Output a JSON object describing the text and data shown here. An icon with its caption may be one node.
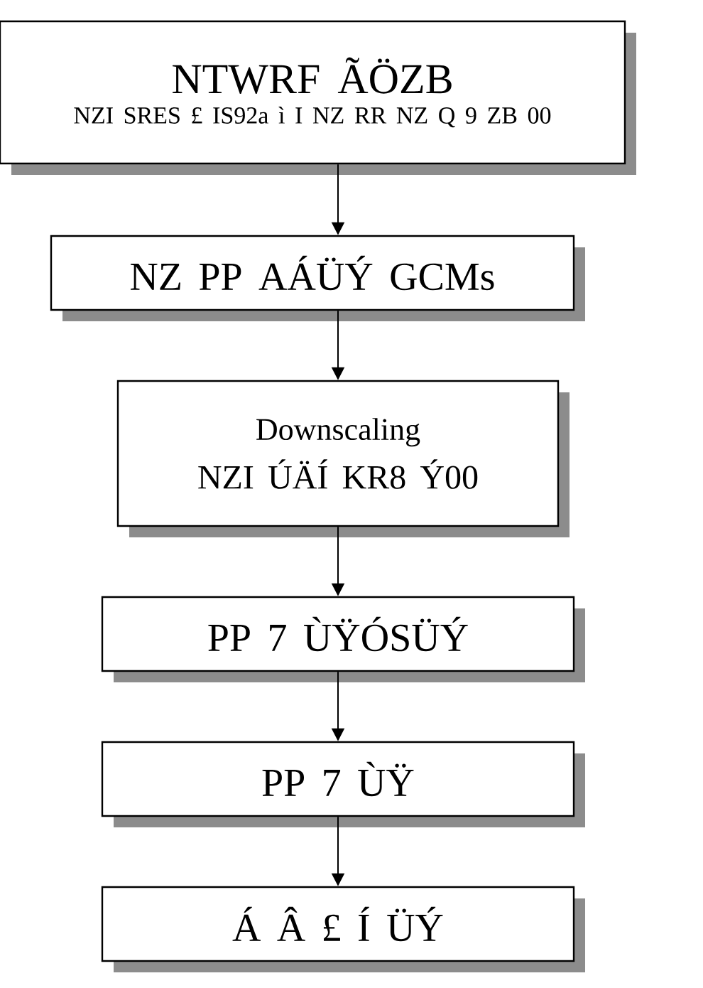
{
  "diagram": {
    "nodes": [
      {
        "text": [
          "NTWRF ÃÖZB",
          "NZI SRES £ IS92a ì I NZ RR NZ Q 9 ZB 00"
        ]
      },
      {
        "text": [
          "NZ PP AÁÜÝ GCMs"
        ]
      },
      {
        "text": [
          "Downscaling",
          "NZI ÚÄÍ KR8 Ý00"
        ]
      },
      {
        "text": [
          "PP 7 ÙŸÓSÜÝ"
        ]
      },
      {
        "text": [
          "PP 7 ÙŸ"
        ]
      },
      {
        "text": [
          "Á Â £ Í ÜÝ"
        ]
      }
    ],
    "edges": [
      {
        "from": 0,
        "to": 1,
        "arrow": "to"
      },
      {
        "from": 1,
        "to": 2,
        "arrow": "to"
      },
      {
        "from": 2,
        "to": 3,
        "arrow": "to"
      },
      {
        "from": 3,
        "to": 4,
        "arrow": "to"
      },
      {
        "from": 4,
        "to": 5,
        "arrow": "to"
      }
    ]
  }
}
